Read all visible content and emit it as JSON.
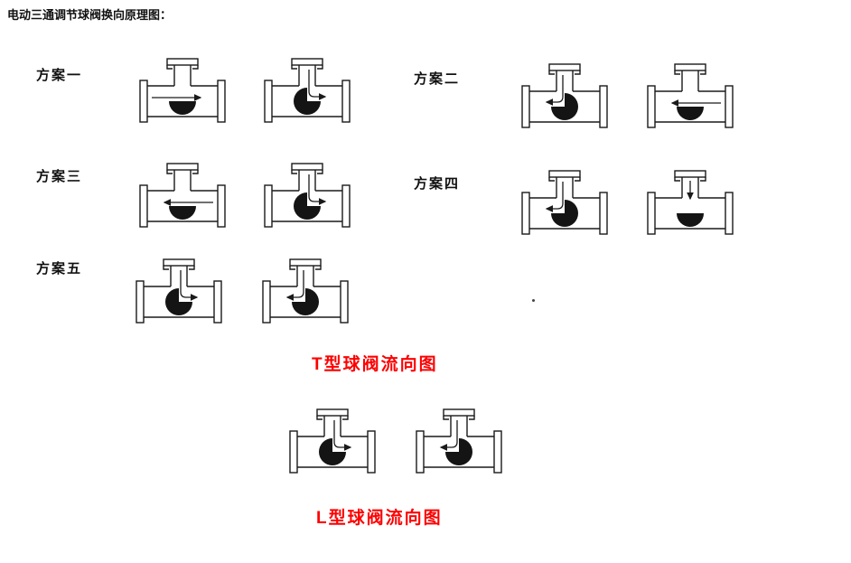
{
  "page": {
    "title": "电动三通调节球阀换向原理图："
  },
  "schemes": [
    {
      "label": "方案一",
      "valves": [
        {
          "flow": "lr",
          "ball": "bottom-half"
        },
        {
          "flow": "tr",
          "ball": "three-quarter-missing-top-right"
        }
      ]
    },
    {
      "label": "方案二",
      "valves": [
        {
          "flow": "tl",
          "ball": "three-quarter-missing-top-left"
        },
        {
          "flow": "rl",
          "ball": "bottom-half"
        }
      ]
    },
    {
      "label": "方案三",
      "valves": [
        {
          "flow": "rl",
          "ball": "bottom-half"
        },
        {
          "flow": "tr",
          "ball": "three-quarter-missing-top-right"
        }
      ]
    },
    {
      "label": "方案四",
      "valves": [
        {
          "flow": "tl",
          "ball": "three-quarter-missing-top-left"
        },
        {
          "flow": "td",
          "ball": "bottom-half"
        }
      ]
    },
    {
      "label": "方案五",
      "valves": [
        {
          "flow": "tr",
          "ball": "three-quarter-missing-top-right"
        },
        {
          "flow": "tl",
          "ball": "three-quarter-missing-top-left"
        }
      ]
    }
  ],
  "t_caption": "T型球阀流向图",
  "l_section": {
    "valves": [
      {
        "flow": "tr",
        "ball": "three-quarter-missing-top-right"
      },
      {
        "flow": "tl",
        "ball": "three-quarter-missing-top-left"
      }
    ],
    "caption": "L型球阀流向图"
  },
  "colors": {
    "caption_red": "#fe0000",
    "diagram_stroke": "#1a1a1a",
    "background": "#ffffff"
  }
}
